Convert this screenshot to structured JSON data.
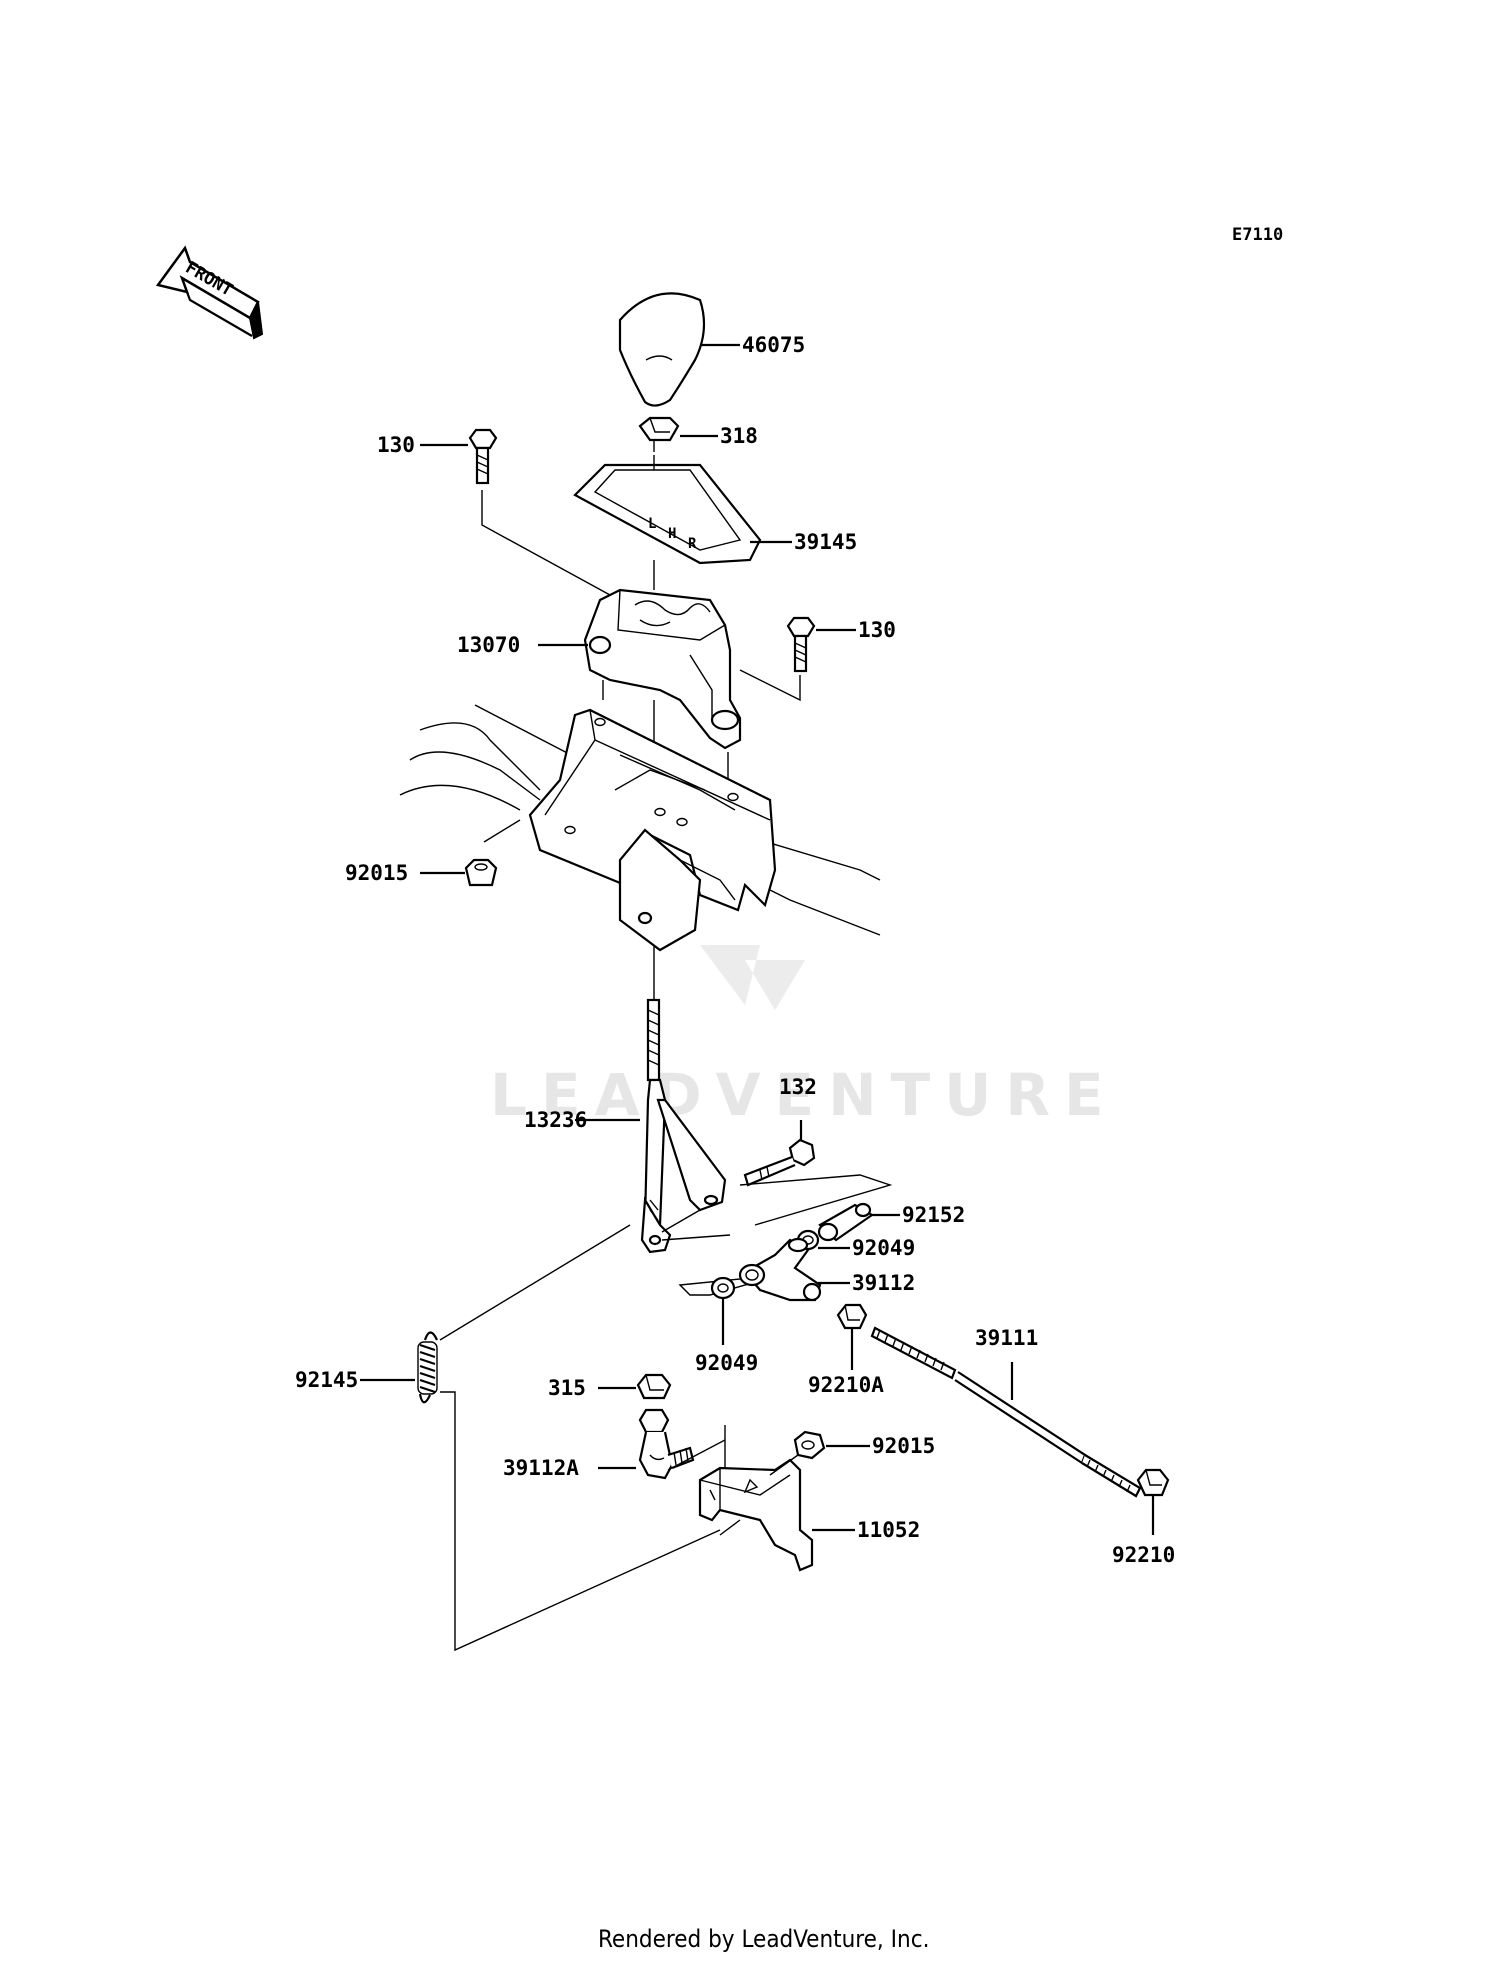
{
  "diagram_code": "E7110",
  "front_label": "FRONT",
  "watermark": "LEADVENTURE",
  "footer": "Rendered by LeadVenture, Inc.",
  "parts": {
    "p46075": "46075",
    "p318": "318",
    "p130a": "130",
    "p39145": "39145",
    "p13070": "13070",
    "p130b": "130",
    "p92015a": "92015",
    "p132": "132",
    "p13236": "13236",
    "p92152": "92152",
    "p92049a": "92049",
    "p39112": "39112",
    "p92049b": "92049",
    "p92210A": "92210A",
    "p39111": "39111",
    "p92145": "92145",
    "p315": "315",
    "p92015b": "92015",
    "p39112A": "39112A",
    "p11052": "11052",
    "p92210": "92210"
  }
}
